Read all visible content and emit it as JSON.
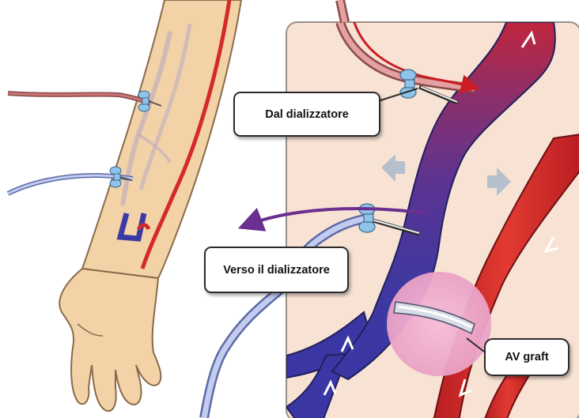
{
  "labels": {
    "from_dialyzer": "Dal dializzatore",
    "to_dialyzer": "Verso il dializzatore",
    "av_graft": "AV graft"
  },
  "colors": {
    "skin": "#f2d2a6",
    "skin_outline": "#8a6a4a",
    "panel_background": "#f7e2d3",
    "artery": "#d42a2a",
    "vein": "#3c3a9e",
    "graft_ring": "#f0b3d0",
    "arrow_gray": "#b6bfcc",
    "tube_red": "#c46a6a",
    "tube_blue": "#b4bee8",
    "flow_purple": "#7a3a9a",
    "clamp_blue": "#8fc3ea"
  }
}
